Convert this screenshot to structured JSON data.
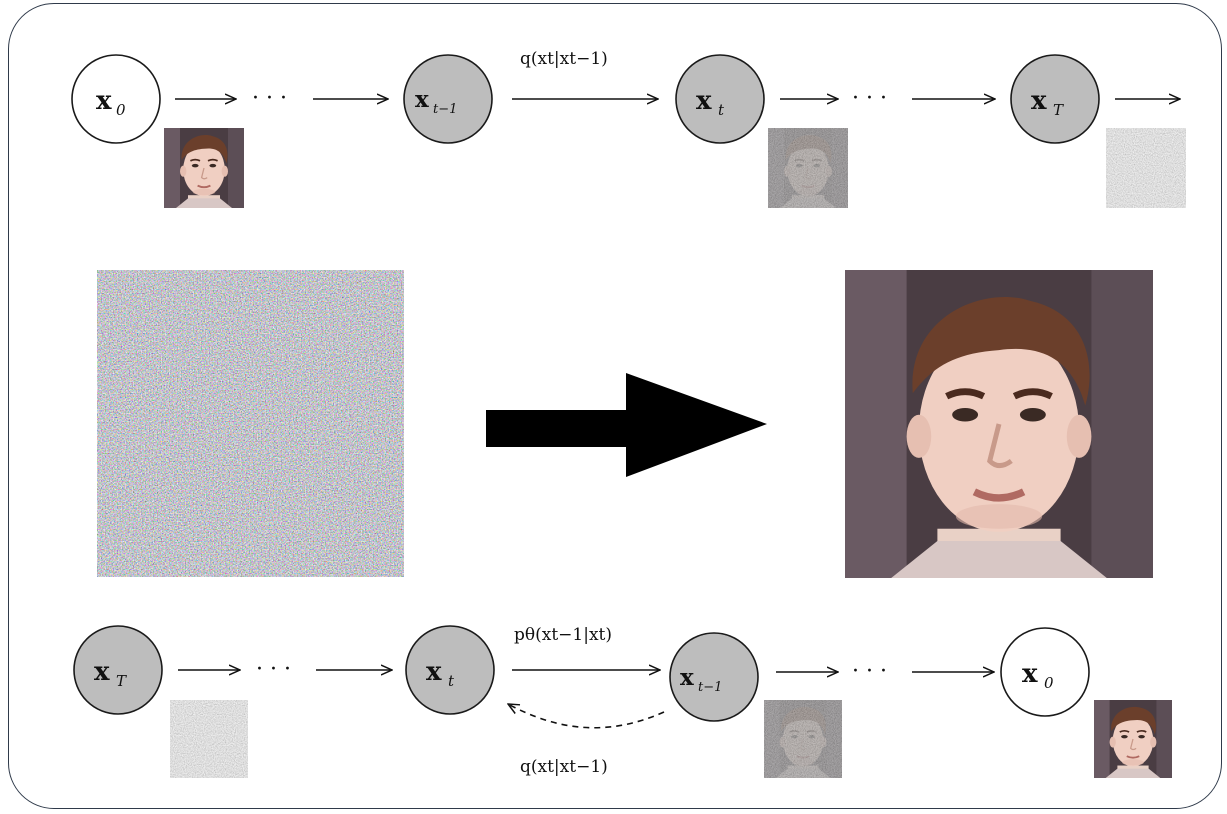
{
  "top_chain": {
    "nodes": [
      {
        "id": "x0",
        "base": "x",
        "sub": "0",
        "shaded": false
      },
      {
        "id": "xt-1",
        "base": "x",
        "sub": "t−1",
        "shaded": true
      },
      {
        "id": "xt",
        "base": "x",
        "sub": "t",
        "shaded": true
      },
      {
        "id": "xT",
        "base": "x",
        "sub": "T",
        "shaded": true
      }
    ],
    "forward_label": "q(xt|xt−1)",
    "ellipsis": "· · ·"
  },
  "bottom_chain": {
    "nodes": [
      {
        "id": "xT",
        "base": "x",
        "sub": "T",
        "shaded": true
      },
      {
        "id": "xt",
        "base": "x",
        "sub": "t",
        "shaded": true
      },
      {
        "id": "xt-1",
        "base": "x",
        "sub": "t−1",
        "shaded": true
      },
      {
        "id": "x0",
        "base": "x",
        "sub": "0",
        "shaded": false
      }
    ],
    "reverse_label": "pθ(xt−1|xt)",
    "forward_label": "q(xt|xt−1)",
    "ellipsis": "· · ·"
  },
  "colors": {
    "node_shaded": "#bdbdbd",
    "node_open": "#ffffff",
    "big_arrow": "#000000",
    "noise_gray": "#7c7c7c",
    "frame": "#2f3a4a"
  },
  "images": {
    "clean_face": "face-photo",
    "noisy_face": "noisy-face",
    "pure_noise": "gray-noise",
    "color_noise": "color-noise"
  }
}
